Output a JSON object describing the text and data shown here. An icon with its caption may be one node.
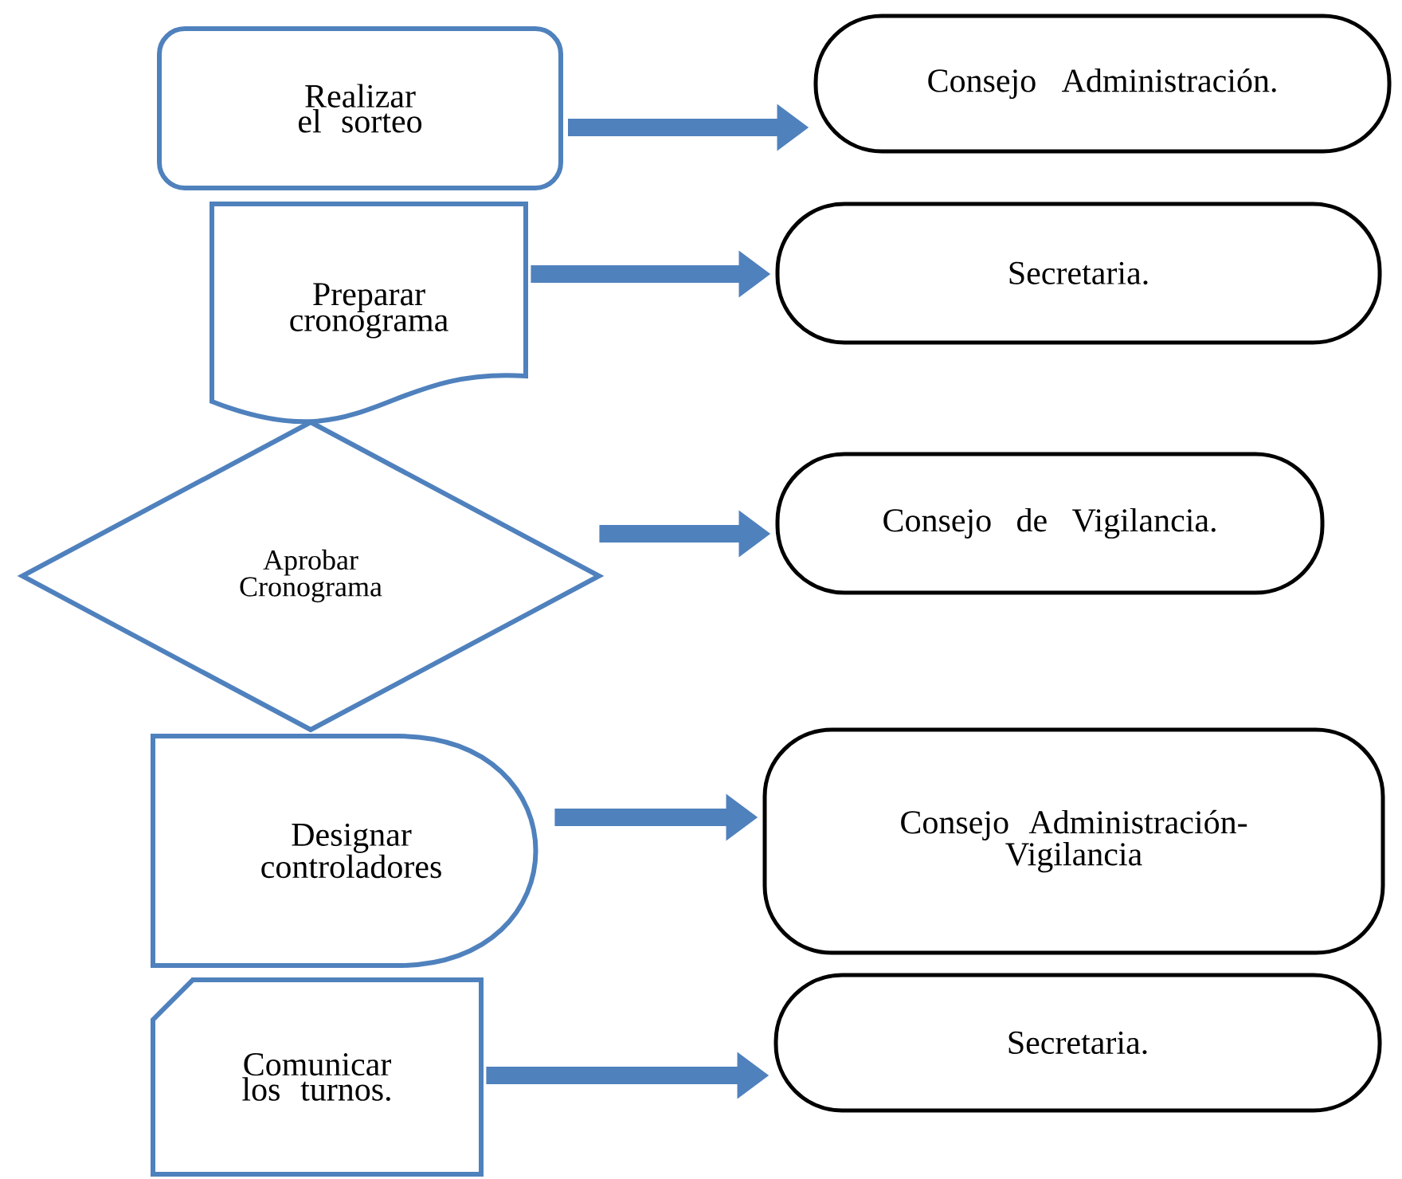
{
  "diagram": {
    "nodes": [
      {
        "text": [
          "Realizar el sorteo"
        ]
      },
      {
        "text": [
          "Consejo Administración."
        ]
      },
      {
        "text": [
          "Preparar cronograma"
        ]
      },
      {
        "text": [
          "Secretaria."
        ]
      },
      {
        "text": [
          "Aprobar Cronograma"
        ]
      },
      {
        "text": [
          "Consejo de Vigilancia."
        ]
      },
      {
        "text": [
          "Designar controladores"
        ]
      },
      {
        "text": [
          "Consejo Administración- Vigilancia"
        ]
      },
      {
        "text": [
          "Comunicar los turnos."
        ]
      },
      {
        "text": [
          "Secretaria."
        ]
      }
    ],
    "edges": [
      {
        "from": 0,
        "to": 1,
        "arrow": "to"
      },
      {
        "from": 2,
        "to": 3,
        "arrow": "to"
      },
      {
        "from": 4,
        "to": 5,
        "arrow": "to"
      },
      {
        "from": 6,
        "to": 7,
        "arrow": "to"
      },
      {
        "from": 8,
        "to": 9,
        "arrow": "to"
      }
    ]
  }
}
